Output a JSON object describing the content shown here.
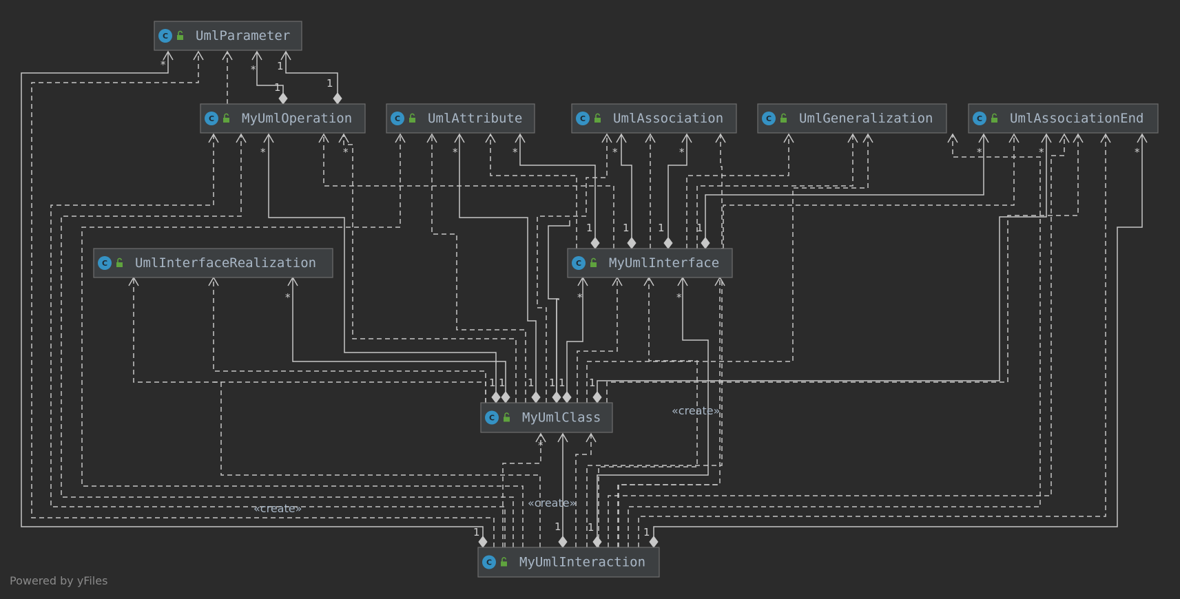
{
  "classes": {
    "uml_parameter": "UmlParameter",
    "my_uml_operation": "MyUmlOperation",
    "uml_attribute": "UmlAttribute",
    "uml_association": "UmlAssociation",
    "uml_generalization": "UmlGeneralization",
    "uml_association_end": "UmlAssociationEnd",
    "uml_interface_realization": "UmlInterfaceRealization",
    "my_uml_interface": "MyUmlInterface",
    "my_uml_class": "MyUmlClass",
    "my_uml_interaction": "MyUmlInteraction"
  },
  "class_icon_letter": "C",
  "icon_names": {
    "class": "class-icon",
    "visibility": "public-lock-icon"
  },
  "multiplicity": {
    "one": "1",
    "many": "*"
  },
  "stereotype_create": "«create»",
  "footer": "Powered by yFiles",
  "colors": {
    "background": "#2b2b2b",
    "node_fill": "#3c3f41",
    "node_border": "#6e6e6e",
    "label_text": "#a9b7c6",
    "class_icon": "#3592c4",
    "lock_icon": "#5fa33e",
    "edge": "#c8c8c8"
  }
}
